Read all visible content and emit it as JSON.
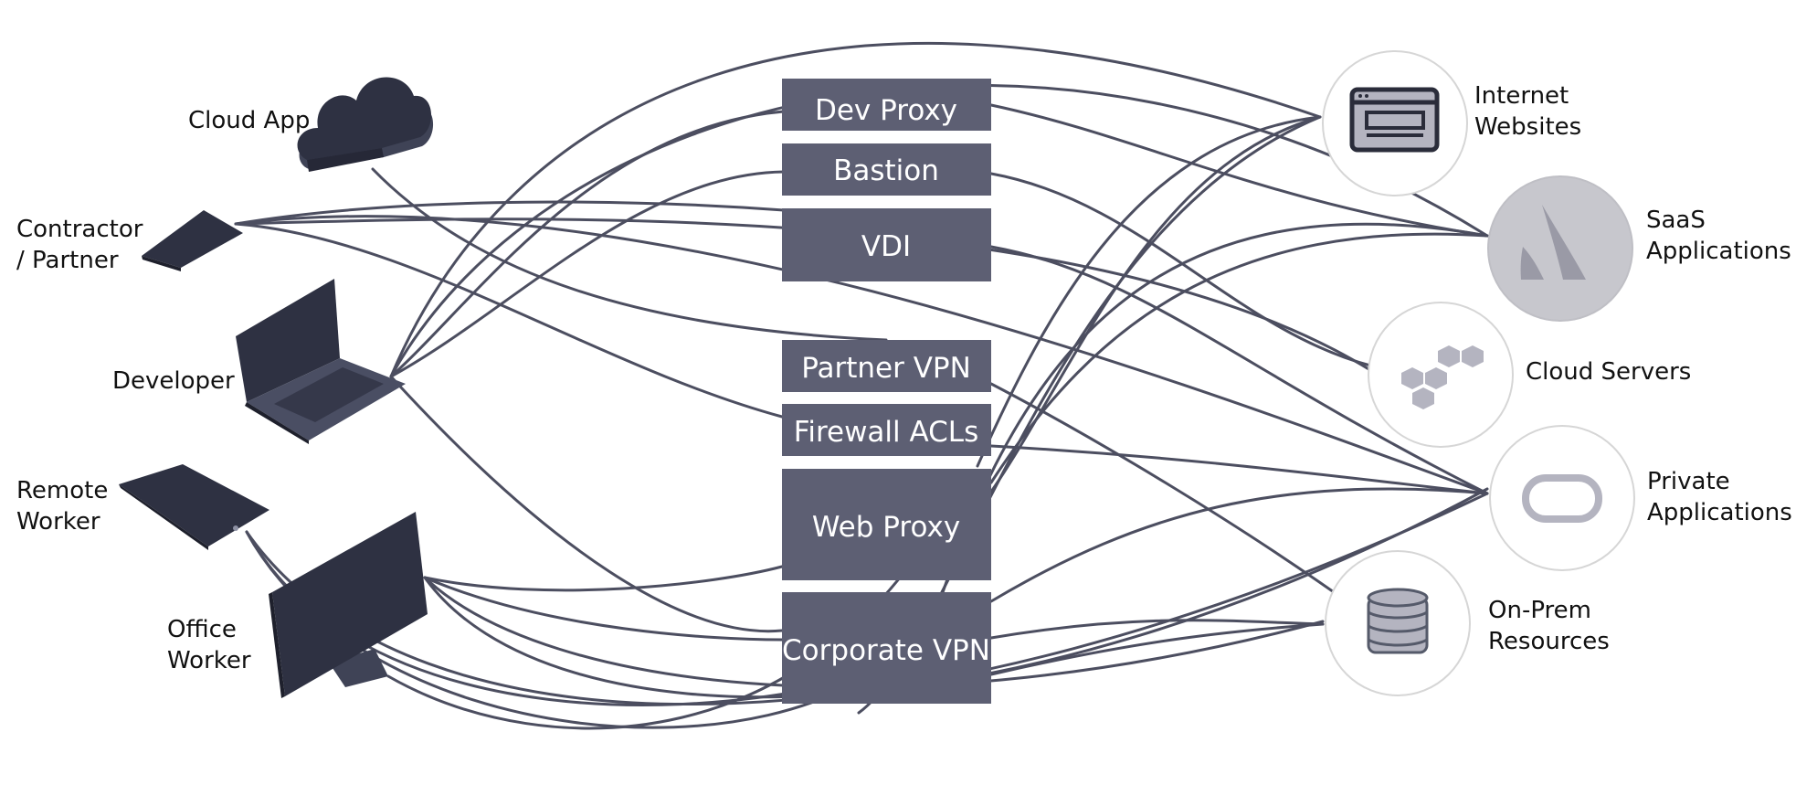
{
  "users": {
    "cloud_app": "Cloud App",
    "contractor": [
      "Contractor",
      "/ Partner"
    ],
    "developer": "Developer",
    "remote_worker": [
      "Remote",
      "Worker"
    ],
    "office_worker": [
      "Office",
      "Worker"
    ]
  },
  "access_methods": {
    "dev_proxy": "Dev Proxy",
    "bastion": "Bastion",
    "vdi": "VDI",
    "partner_vpn": "Partner VPN",
    "firewall_acls": "Firewall ACLs",
    "web_proxy": "Web Proxy",
    "corporate_vpn": "Corporate VPN"
  },
  "resources": {
    "internet_websites": [
      "Internet",
      "Websites"
    ],
    "saas_applications": [
      "SaaS",
      "Applications"
    ],
    "cloud_servers": "Cloud Servers",
    "private_applications": [
      "Private",
      "Applications"
    ],
    "on_prem_resources": [
      "On-Prem",
      "Resources"
    ]
  },
  "colors": {
    "wire": "#4c4e60",
    "box": "#5d5f73",
    "device": "#2e3142",
    "resource_icon": "#b4b4c0"
  },
  "icons": {
    "cloud_app": "cloud-icon",
    "contractor": "tablet-icon",
    "developer": "laptop-icon",
    "remote_worker": "tablet-icon",
    "office_worker": "desktop-monitor-icon",
    "internet_websites": "browser-window-icon",
    "saas_applications": "atlassian-logo-icon",
    "cloud_servers": "cubes-icon",
    "private_applications": "oracle-logo-icon",
    "on_prem_resources": "database-icon"
  }
}
